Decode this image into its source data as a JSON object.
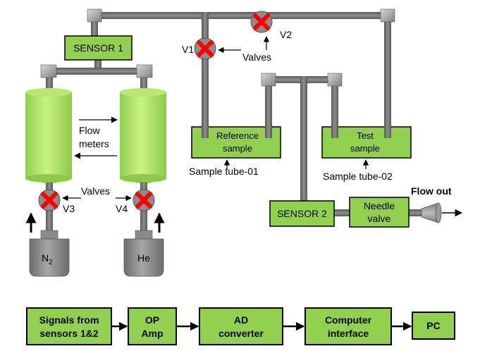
{
  "colors": {
    "box_fill": "#92d050",
    "cylinder_light": "#c6f27a",
    "cylinder_mid": "#92d050",
    "pipe_dark": "#595959",
    "pipe_light": "#8c8c8c",
    "valve_x": "#ff0000",
    "tank_gray": "#7f7f7f"
  },
  "sensor1": {
    "label": "SENSOR 1"
  },
  "sensor2": {
    "label": "SENSOR 2"
  },
  "valves": {
    "v1": "V1",
    "v2": "V2",
    "v3": "V3",
    "v4": "V4",
    "label_top": "Valves",
    "label_bottom": "Valves"
  },
  "flow_meters": {
    "line1": "Flow",
    "line2": "meters"
  },
  "reference_sample": {
    "line1": "Reference",
    "line2": "sample",
    "tube_label": "Sample tube-01"
  },
  "test_sample": {
    "line1": "Test",
    "line2": "sample",
    "tube_label": "Sample tube-02"
  },
  "needle_valve": {
    "line1": "Needle",
    "line2": "valve"
  },
  "flow_out": "Flow out",
  "tanks": {
    "n2_main": "N",
    "n2_sub": "2",
    "he": "He"
  },
  "signal_chain": [
    {
      "line1": "Signals from",
      "line2": "sensors 1&2"
    },
    {
      "line1": "OP",
      "line2": "Amp"
    },
    {
      "line1": "AD",
      "line2": "converter"
    },
    {
      "line1": "Computer",
      "line2": "interface"
    },
    {
      "line1": "PC",
      "line2": ""
    }
  ]
}
